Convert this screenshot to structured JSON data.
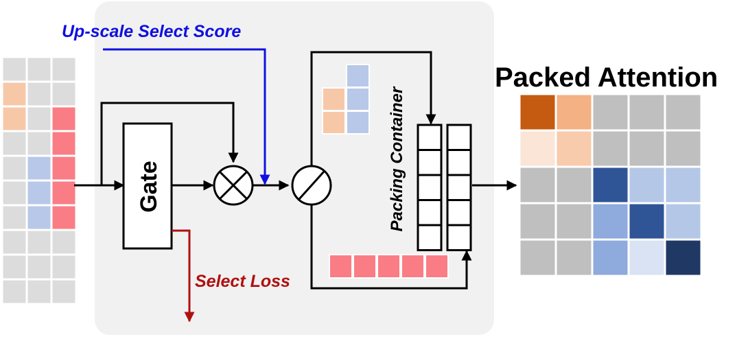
{
  "labels": {
    "upscale": "Up-scale Select Score",
    "gate": "Gate",
    "select_loss": "Select Loss",
    "packing_container": "Packing Container",
    "packed_attention": "Packed Attention"
  },
  "colors": {
    "panel": "#f1f1f1",
    "grey": "#c8c8c8",
    "cell_grey": "#dcdcdc",
    "orange_light": "#f7c8a8",
    "pink": "#fa7d85",
    "blue_light": "#b8c8e8",
    "blue_arrow": "#1010e0",
    "red_arrow": "#b01010"
  },
  "input_grid": {
    "rows": [
      [
        "#dcdcdc",
        "#dcdcdc",
        "#dcdcdc"
      ],
      [
        "#f7c8a8",
        "#dcdcdc",
        "#dcdcdc"
      ],
      [
        "#f7c8a8",
        "#dcdcdc",
        "#fa7d85"
      ],
      [
        "#dcdcdc",
        "#dcdcdc",
        "#fa7d85"
      ],
      [
        "#dcdcdc",
        "#b8c8e8",
        "#fa7d85"
      ],
      [
        "#dcdcdc",
        "#b8c8e8",
        "#fa7d85"
      ],
      [
        "#dcdcdc",
        "#b8c8e8",
        "#fa7d85"
      ],
      [
        "#dcdcdc",
        "#dcdcdc",
        "#dcdcdc"
      ],
      [
        "#dcdcdc",
        "#dcdcdc",
        "#dcdcdc"
      ],
      [
        "#dcdcdc",
        "#dcdcdc",
        "#dcdcdc"
      ]
    ]
  },
  "packed_attention_matrix": {
    "rows": [
      [
        "#c55a11",
        "#f4b183",
        "#bfbfbf",
        "#bfbfbf",
        "#bfbfbf"
      ],
      [
        "#fbe5d6",
        "#f8cbad",
        "#bfbfbf",
        "#bfbfbf",
        "#bfbfbf"
      ],
      [
        "#bfbfbf",
        "#bfbfbf",
        "#2f5597",
        "#b4c7e7",
        "#b4c7e7"
      ],
      [
        "#bfbfbf",
        "#bfbfbf",
        "#8faadc",
        "#2f5597",
        "#b4c7e7"
      ],
      [
        "#bfbfbf",
        "#bfbfbf",
        "#8faadc",
        "#dae3f3",
        "#203864"
      ]
    ]
  },
  "container_pieces": {
    "orange": "#f7c8a8",
    "blue": "#b8c8e8",
    "pink": "#fa7d85"
  }
}
